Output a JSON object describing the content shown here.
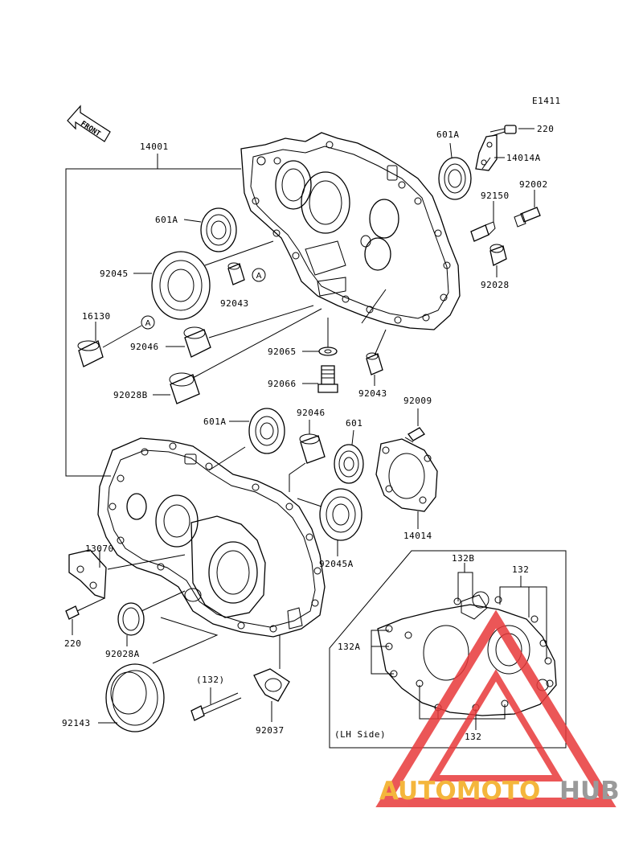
{
  "diagram": {
    "code": "E1411",
    "front_label": "FRONT",
    "lh_side_label": "(LH Side)",
    "callouts": {
      "c14001": "14001",
      "c220_top": "220",
      "c601a_top": "601A",
      "c14014a": "14014A",
      "c92002": "92002",
      "c92150": "92150",
      "c601a_left": "601A",
      "c92045": "92045",
      "c92043_left": "92043",
      "a_mark_left": "A",
      "a_mark_right": "A",
      "c92028": "92028",
      "c16130": "16130",
      "c92046_left": "92046",
      "c92065": "92065",
      "c92066": "92066",
      "c92043_right": "92043",
      "c92028b": "92028B",
      "c92009": "92009",
      "c601a_mid": "601A",
      "c92046_mid": "92046",
      "c601": "601",
      "c14014": "14014",
      "c92045a": "92045A",
      "c13070": "13070",
      "c220_bottom": "220",
      "c92028a": "92028A",
      "c132_paren": "(132)",
      "c92143": "92143",
      "c92037": "92037",
      "c132b": "132B",
      "c132_top": "132",
      "c132a": "132A",
      "c132_bottom": "132"
    },
    "watermark": {
      "prefix": "AUTOMOTO",
      "suffix": "HUB",
      "prefix_color": "#f4b63c",
      "suffix_color": "#9a9a9a",
      "triangle_color": "#e8393a"
    }
  }
}
